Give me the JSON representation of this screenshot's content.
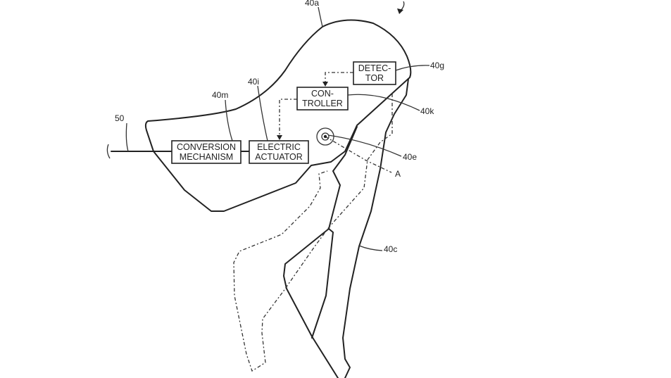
{
  "figure": {
    "reference_labels": {
      "housing": "40a",
      "detector": "40g",
      "controller": "40k",
      "pivot": "40e",
      "axis": "A",
      "lever": "40c",
      "cable": "50",
      "conversion": "40m",
      "actuator": "40i"
    },
    "blocks": {
      "detector": [
        "DETEC-",
        "TOR"
      ],
      "controller": [
        "CON-",
        "TROLLER"
      ],
      "conversion": [
        "CONVERSION",
        "MECHANISM"
      ],
      "actuator": [
        "ELECTRIC",
        "ACTUATOR"
      ]
    }
  }
}
